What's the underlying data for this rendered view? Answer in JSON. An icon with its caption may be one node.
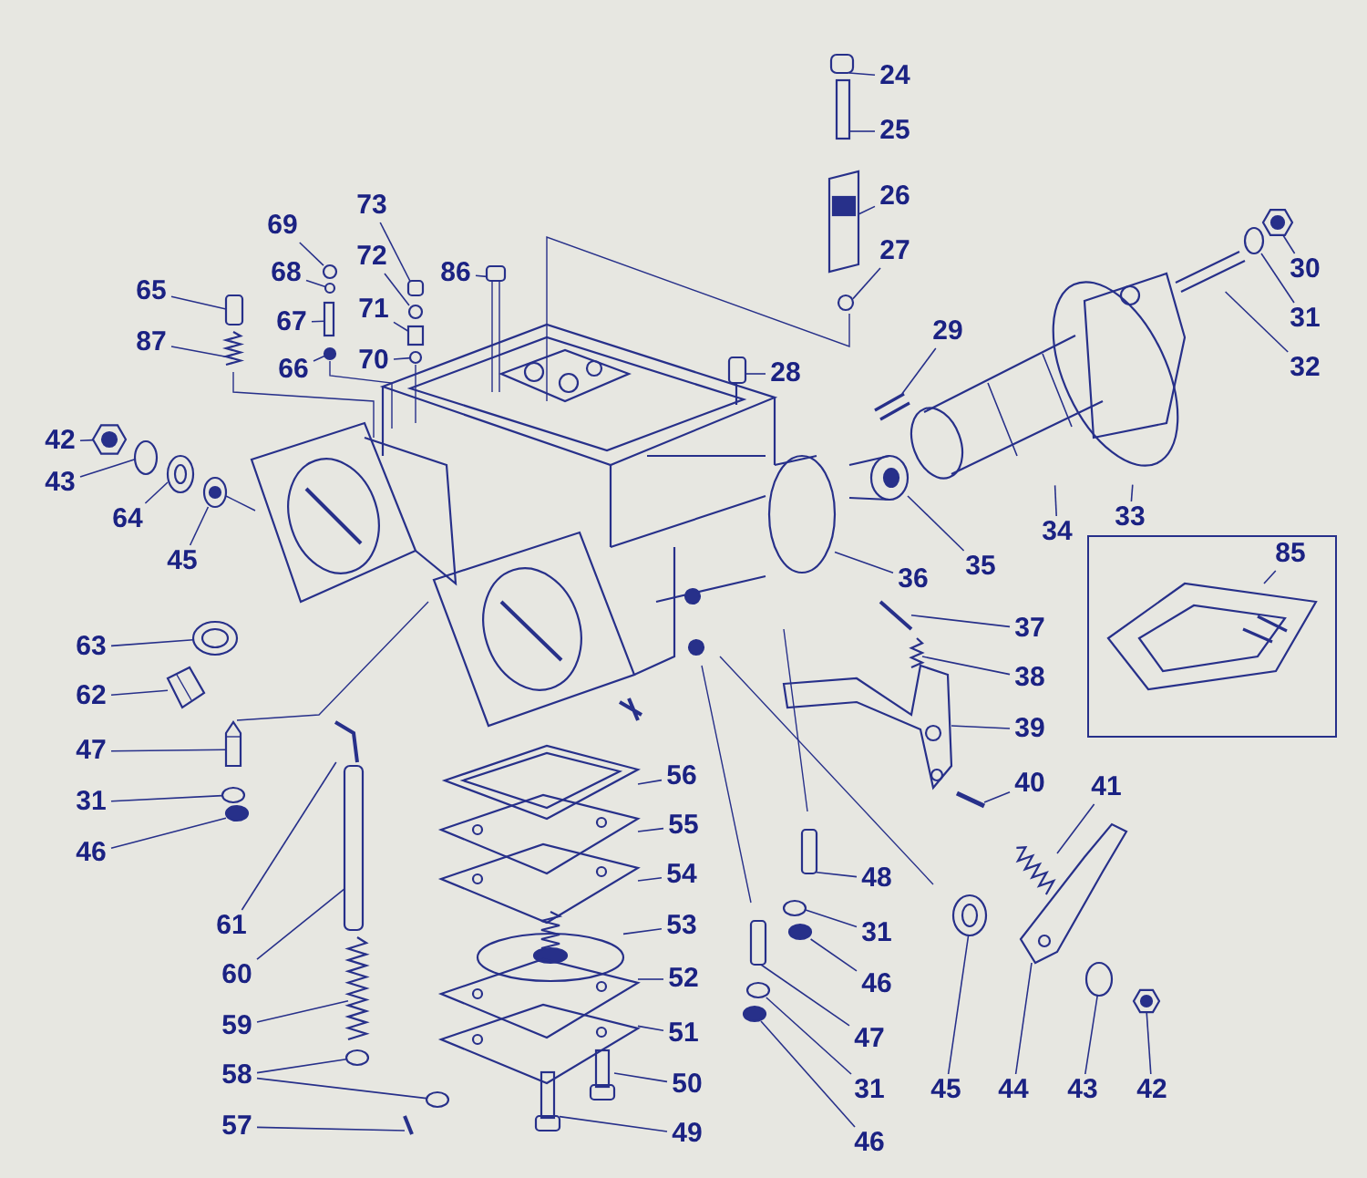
{
  "diagram": {
    "nodes": [
      {
        "text": [
          "24"
        ]
      },
      {
        "text": [
          "25"
        ]
      },
      {
        "text": [
          "26"
        ]
      },
      {
        "text": [
          "27"
        ]
      },
      {
        "text": [
          "73"
        ]
      },
      {
        "text": [
          "69"
        ]
      },
      {
        "text": [
          "30"
        ]
      },
      {
        "text": [
          "72"
        ]
      },
      {
        "text": [
          "68"
        ]
      },
      {
        "text": [
          "86"
        ]
      },
      {
        "text": [
          "65"
        ]
      },
      {
        "text": [
          "71"
        ]
      },
      {
        "text": [
          "31"
        ]
      },
      {
        "text": [
          "67"
        ]
      },
      {
        "text": [
          "29"
        ]
      },
      {
        "text": [
          "87"
        ]
      },
      {
        "text": [
          "70"
        ]
      },
      {
        "text": [
          "66"
        ]
      },
      {
        "text": [
          "32"
        ]
      },
      {
        "text": [
          "28"
        ]
      },
      {
        "text": [
          "42"
        ]
      },
      {
        "text": [
          "43"
        ]
      },
      {
        "text": [
          "34"
        ]
      },
      {
        "text": [
          "33"
        ]
      },
      {
        "text": [
          "64"
        ]
      },
      {
        "text": [
          "45"
        ]
      },
      {
        "text": [
          "35"
        ]
      },
      {
        "text": [
          "85"
        ]
      },
      {
        "text": [
          "36"
        ]
      },
      {
        "text": [
          "37"
        ]
      },
      {
        "text": [
          "63"
        ]
      },
      {
        "text": [
          "38"
        ]
      },
      {
        "text": [
          "62"
        ]
      },
      {
        "text": [
          "39"
        ]
      },
      {
        "text": [
          "47"
        ]
      },
      {
        "text": [
          "56"
        ]
      },
      {
        "text": [
          "40"
        ]
      },
      {
        "text": [
          "41"
        ]
      },
      {
        "text": [
          "31"
        ]
      },
      {
        "text": [
          "55"
        ]
      },
      {
        "text": [
          "46"
        ]
      },
      {
        "text": [
          "54"
        ]
      },
      {
        "text": [
          "48"
        ]
      },
      {
        "text": [
          "61"
        ]
      },
      {
        "text": [
          "53"
        ]
      },
      {
        "text": [
          "31"
        ]
      },
      {
        "text": [
          "60"
        ]
      },
      {
        "text": [
          "52"
        ]
      },
      {
        "text": [
          "46"
        ]
      },
      {
        "text": [
          "59"
        ]
      },
      {
        "text": [
          "51"
        ]
      },
      {
        "text": [
          "47"
        ]
      },
      {
        "text": [
          "58"
        ]
      },
      {
        "text": [
          "50"
        ]
      },
      {
        "text": [
          "31"
        ]
      },
      {
        "text": [
          "42"
        ]
      },
      {
        "text": [
          "43"
        ]
      },
      {
        "text": [
          "44"
        ]
      },
      {
        "text": [
          "45"
        ]
      },
      {
        "text": [
          "57"
        ]
      },
      {
        "text": [
          "49"
        ]
      },
      {
        "text": [
          "46"
        ]
      },
      {
        "text": [],
        "shape": "box"
      },
      {
        "text": [],
        "shape": "box"
      },
      {
        "text": [],
        "shape": "picture"
      },
      {
        "text": [],
        "shape": "circle"
      },
      {
        "text": [],
        "shape": "box"
      },
      {
        "text": [],
        "shape": "circle"
      },
      {
        "text": [],
        "shape": "picture"
      },
      {
        "text": [],
        "shape": "circle"
      },
      {
        "text": [],
        "shape": "circle"
      },
      {
        "text": [],
        "shape": "box"
      },
      {
        "text": [],
        "shape": "box"
      },
      {
        "text": [],
        "shape": "box"
      },
      {
        "text": [],
        "shape": "circle"
      },
      {
        "text": [],
        "shape": "box"
      },
      {
        "text": [],
        "shape": "picture"
      },
      {
        "text": [],
        "shape": "picture"
      },
      {
        "text": [],
        "shape": "circle"
      },
      {
        "text": [],
        "shape": "circle"
      },
      {
        "text": [],
        "shape": "picture"
      },
      {
        "text": [],
        "shape": "picture"
      },
      {
        "text": [],
        "shape": "picture"
      },
      {
        "text": [],
        "shape": "circle"
      },
      {
        "text": [],
        "shape": "picture"
      },
      {
        "text": [],
        "shape": "picture"
      },
      {
        "text": [],
        "shape": "picture"
      },
      {
        "text": [],
        "shape": "picture"
      },
      {
        "text": [],
        "shape": "picture"
      },
      {
        "text": [],
        "shape": "picture"
      },
      {
        "text": [],
        "shape": "circle"
      },
      {
        "text": [],
        "shape": "picture"
      },
      {
        "text": [],
        "shape": "picture"
      },
      {
        "text": [],
        "shape": "picture"
      },
      {
        "text": [],
        "shape": "picture"
      },
      {
        "text": [],
        "shape": "picture"
      },
      {
        "text": [],
        "shape": "picture"
      },
      {
        "text": [],
        "shape": "picture"
      },
      {
        "text": [],
        "shape": "picture"
      },
      {
        "text": [],
        "shape": "picture"
      },
      {
        "text": [],
        "shape": "circle"
      },
      {
        "text": [],
        "shape": "picture"
      },
      {
        "text": [],
        "shape": "circle"
      },
      {
        "text": [],
        "shape": "picture"
      },
      {
        "text": [],
        "shape": "box"
      },
      {
        "text": [],
        "shape": "picture"
      },
      {
        "text": [],
        "shape": "picture"
      },
      {
        "text": [],
        "shape": "circle"
      },
      {
        "text": [],
        "shape": "box"
      },
      {
        "text": [],
        "shape": "picture"
      },
      {
        "text": [],
        "shape": "circle"
      },
      {
        "text": [],
        "shape": "picture"
      },
      {
        "text": [],
        "shape": "picture"
      },
      {
        "text": [],
        "shape": "box"
      },
      {
        "text": [],
        "shape": "circle"
      },
      {
        "text": [],
        "shape": "circle"
      },
      {
        "text": [],
        "shape": "picture"
      },
      {
        "text": [],
        "shape": "circle"
      },
      {
        "text": [],
        "shape": "picture"
      },
      {
        "text": [],
        "shape": "circle"
      },
      {
        "text": [],
        "shape": "picture"
      },
      {
        "text": [],
        "shape": "picture"
      },
      {
        "text": [],
        "shape": "picture"
      },
      {
        "text": [],
        "shape": "picture"
      },
      {
        "text": [],
        "shape": "circle"
      }
    ],
    "edges": [
      {
        "from": 0,
        "to": 62,
        "arrow": "none"
      },
      {
        "from": 1,
        "to": 63,
        "arrow": "none"
      },
      {
        "from": 2,
        "to": 64,
        "arrow": "none"
      },
      {
        "from": 3,
        "to": 65,
        "arrow": "none"
      },
      {
        "from": 4,
        "to": 66,
        "arrow": "none"
      },
      {
        "from": 5,
        "to": 67,
        "arrow": "none"
      },
      {
        "from": 6,
        "to": 68,
        "arrow": "none"
      },
      {
        "from": 7,
        "to": 69,
        "arrow": "none"
      },
      {
        "from": 8,
        "to": 70,
        "arrow": "none"
      },
      {
        "from": 9,
        "to": 71,
        "arrow": "none"
      },
      {
        "from": 10,
        "to": 72,
        "arrow": "none"
      },
      {
        "from": 11,
        "to": 73,
        "arrow": "none"
      },
      {
        "from": 12,
        "to": 74,
        "arrow": "none"
      },
      {
        "from": 13,
        "to": 75,
        "arrow": "none"
      },
      {
        "from": 14,
        "to": 76,
        "arrow": "none"
      },
      {
        "from": 15,
        "to": 77,
        "arrow": "none"
      },
      {
        "from": 16,
        "to": 78,
        "arrow": "none"
      },
      {
        "from": 17,
        "to": 79,
        "arrow": "none"
      },
      {
        "from": 18,
        "to": 80,
        "arrow": "none"
      },
      {
        "from": 19,
        "to": 81,
        "arrow": "none"
      },
      {
        "from": 20,
        "to": 82,
        "arrow": "none"
      },
      {
        "from": 21,
        "to": 83,
        "arrow": "none"
      },
      {
        "from": 22,
        "to": 84,
        "arrow": "none"
      },
      {
        "from": 23,
        "to": 85,
        "arrow": "none"
      },
      {
        "from": 24,
        "to": 86,
        "arrow": "none"
      },
      {
        "from": 25,
        "to": 87,
        "arrow": "none"
      },
      {
        "from": 26,
        "to": 88,
        "arrow": "none"
      },
      {
        "from": 27,
        "to": 89,
        "arrow": "none"
      },
      {
        "from": 28,
        "to": 90,
        "arrow": "none"
      },
      {
        "from": 29,
        "to": 91,
        "arrow": "none"
      },
      {
        "from": 30,
        "to": 92,
        "arrow": "none"
      },
      {
        "from": 31,
        "to": 93,
        "arrow": "none"
      },
      {
        "from": 32,
        "to": 94,
        "arrow": "none"
      },
      {
        "from": 33,
        "to": 95,
        "arrow": "none"
      },
      {
        "from": 34,
        "to": 96,
        "arrow": "none"
      },
      {
        "from": 35,
        "to": 97,
        "arrow": "none"
      },
      {
        "from": 36,
        "to": 98,
        "arrow": "none"
      },
      {
        "from": 37,
        "to": 99,
        "arrow": "none"
      },
      {
        "from": 38,
        "to": 100,
        "arrow": "none"
      },
      {
        "from": 39,
        "to": 101,
        "arrow": "none"
      },
      {
        "from": 40,
        "to": 102,
        "arrow": "none"
      },
      {
        "from": 41,
        "to": 103,
        "arrow": "none"
      },
      {
        "from": 42,
        "to": 104,
        "arrow": "none"
      },
      {
        "from": 43,
        "to": 105,
        "arrow": "none"
      },
      {
        "from": 44,
        "to": 106,
        "arrow": "none"
      },
      {
        "from": 45,
        "to": 107,
        "arrow": "none"
      },
      {
        "from": 46,
        "to": 108,
        "arrow": "none"
      },
      {
        "from": 47,
        "to": 109,
        "arrow": "none"
      },
      {
        "from": 48,
        "to": 110,
        "arrow": "none"
      },
      {
        "from": 49,
        "to": 111,
        "arrow": "none"
      },
      {
        "from": 50,
        "to": 112,
        "arrow": "none"
      },
      {
        "from": 51,
        "to": 113,
        "arrow": "none"
      },
      {
        "from": 52,
        "to": 114,
        "arrow": "none"
      },
      {
        "from": 52,
        "to": 115,
        "arrow": "none"
      },
      {
        "from": 53,
        "to": 116,
        "arrow": "none"
      },
      {
        "from": 54,
        "to": 117,
        "arrow": "none"
      },
      {
        "from": 55,
        "to": 118,
        "arrow": "none"
      },
      {
        "from": 56,
        "to": 119,
        "arrow": "none"
      },
      {
        "from": 57,
        "to": 120,
        "arrow": "none"
      },
      {
        "from": 58,
        "to": 121,
        "arrow": "none"
      },
      {
        "from": 59,
        "to": 122,
        "arrow": "none"
      },
      {
        "from": 60,
        "to": 123,
        "arrow": "none"
      },
      {
        "from": 61,
        "to": 124,
        "arrow": "none"
      }
    ]
  }
}
